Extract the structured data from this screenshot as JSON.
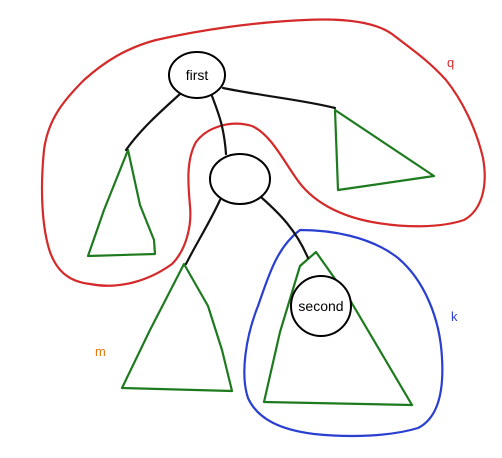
{
  "nodes": {
    "first": {
      "label": "first"
    },
    "middle": {
      "label": ""
    },
    "second": {
      "label": "second"
    }
  },
  "regions": {
    "q": {
      "label": "q",
      "color": "#d42a2a"
    },
    "k": {
      "label": "k",
      "color": "#2a3fcf"
    },
    "m": {
      "label": "m",
      "color": "#e07b12"
    }
  },
  "colors": {
    "edge": "#111111",
    "subtree": "#1e7a1e",
    "node_stroke": "#000000"
  }
}
